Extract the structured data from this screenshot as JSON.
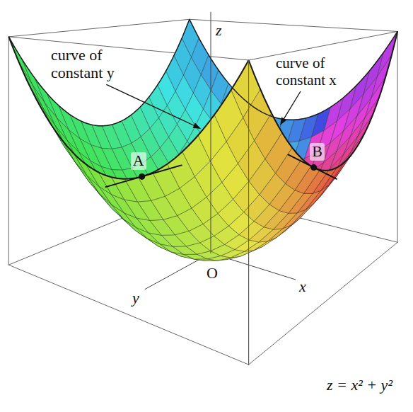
{
  "diagram": {
    "labels": [
      "z",
      "curve of constant y",
      "curve of constant x",
      "A",
      "B",
      "y",
      "O",
      "x",
      "z = x² + y²"
    ]
  }
}
